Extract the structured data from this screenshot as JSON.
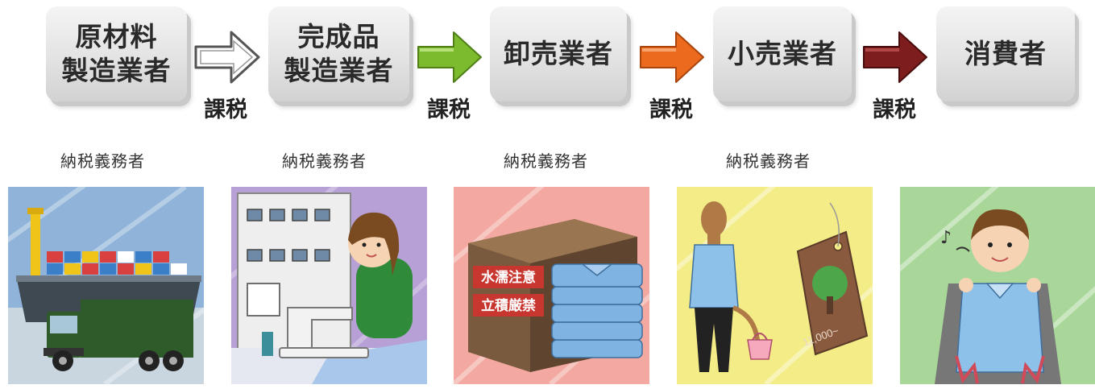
{
  "flow": {
    "stages": [
      {
        "label": "原材料\n製造業者"
      },
      {
        "label": "完成品\n製造業者"
      },
      {
        "label": "卸売業者"
      },
      {
        "label": "小売業者"
      },
      {
        "label": "消費者"
      }
    ],
    "arrows": [
      {
        "color": "#ffffff",
        "stroke": "#555555"
      },
      {
        "color": "#7dbb2e",
        "stroke": "#4f7f16"
      },
      {
        "color": "#ec6a1e",
        "stroke": "#a8440c"
      },
      {
        "color": "#7e1d1d",
        "stroke": "#4a0d0d"
      }
    ],
    "tax_label": "課税",
    "taxpayer_label": "納税義務者"
  },
  "illustrations": {
    "warehouse_box": {
      "line1": "水濡注意",
      "line2": "立積厳禁"
    },
    "price_tag": "11,000~",
    "backgrounds": [
      "#8fb3d9",
      "#b7a0d6",
      "#f3a9a2",
      "#f4ec86",
      "#a9d79a"
    ]
  }
}
